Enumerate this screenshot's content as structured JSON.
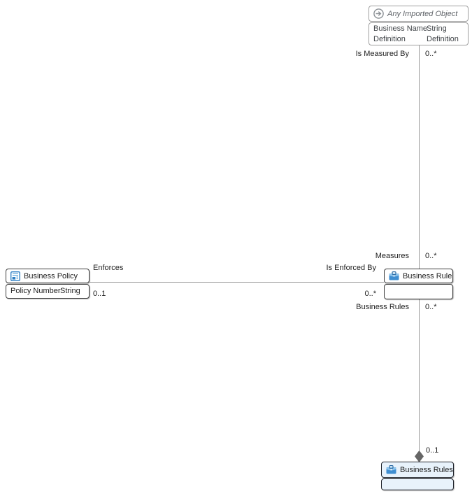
{
  "nodes": {
    "any_imported_object": {
      "title": "Any Imported Object",
      "attributes": [
        {
          "name": "Business Name",
          "type": "String"
        },
        {
          "name": "Definition",
          "type": "Definition"
        }
      ]
    },
    "business_policy": {
      "title": "Business Policy",
      "attributes": [
        {
          "name": "Policy Number",
          "type": "String"
        }
      ]
    },
    "business_rule": {
      "title": "Business Rule"
    },
    "business_rules": {
      "title": "Business Rules"
    }
  },
  "edges": {
    "is_measured_by": {
      "label": "Is Measured By",
      "multiplicity": "0..*"
    },
    "measures": {
      "label": "Measures",
      "multiplicity": "0..*"
    },
    "enforces": {
      "label": "Enforces",
      "multiplicity": "0..1"
    },
    "is_enforced_by": {
      "label": "Is Enforced By",
      "multiplicity": "0..*"
    },
    "business_rules_edge": {
      "label": "Business Rules",
      "multiplicity": "0..*",
      "aggregation_multiplicity": "0..1"
    }
  },
  "colors": {
    "line": "#9a9a9a",
    "diamond": "#666666",
    "icon_blue": "#3f8ed1",
    "icon_blue_light": "#8ec4ec",
    "selected_fill": "#e8f2fb",
    "border_dark": "#3c3c3c",
    "border_gray": "#9e9e9e"
  }
}
